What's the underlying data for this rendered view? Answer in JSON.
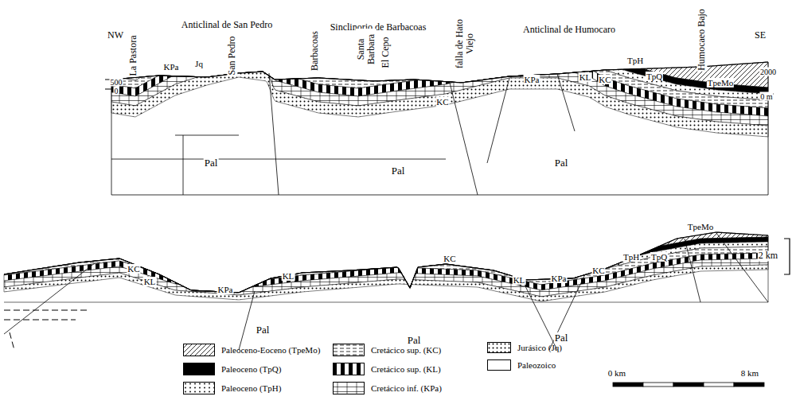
{
  "diagram": {
    "labels": [
      "NW",
      "Anticlinal de San Pedro",
      "Sinclinorio de Barbacoas",
      "Anticlinal de Humocaro",
      "SE",
      "La Pastora",
      "KPa",
      "Jq",
      "San Pedro",
      "Barbacoas",
      "Santa Barbara",
      "El Cepo",
      "falla de Hato Viejo",
      "KC",
      "KPa",
      "KL",
      "KC",
      "TpH",
      "TpQ",
      "Humocaeo Bajo",
      "TpeMo",
      "500",
      "0",
      "2000",
      "0 m",
      "Pal",
      "Pal",
      "Pal",
      "KC",
      "KL",
      "KPa",
      "KL",
      "KC",
      "KL",
      "KPa",
      "KC",
      "TpH",
      "TpQ",
      "TpeMo",
      "2 km",
      "Pal",
      "Pal",
      "Pal",
      "0 km",
      "8 km",
      "Pal"
    ],
    "legend": [
      {
        "text": "Paleoceno-Eoceno (TpeMo)"
      },
      {
        "text": "Paleoceno (TpQ)",
        "color": "#000000"
      },
      {
        "text": "Paleoceno (TpH)"
      },
      {
        "text": "Cretácico sup. (KC)"
      },
      {
        "text": "Cretácico sup. (KL)"
      },
      {
        "text": "Cretácico inf. (KPa)"
      },
      {
        "text": "Jurásico (Jq)"
      },
      {
        "text": "Paleozoico"
      }
    ]
  }
}
